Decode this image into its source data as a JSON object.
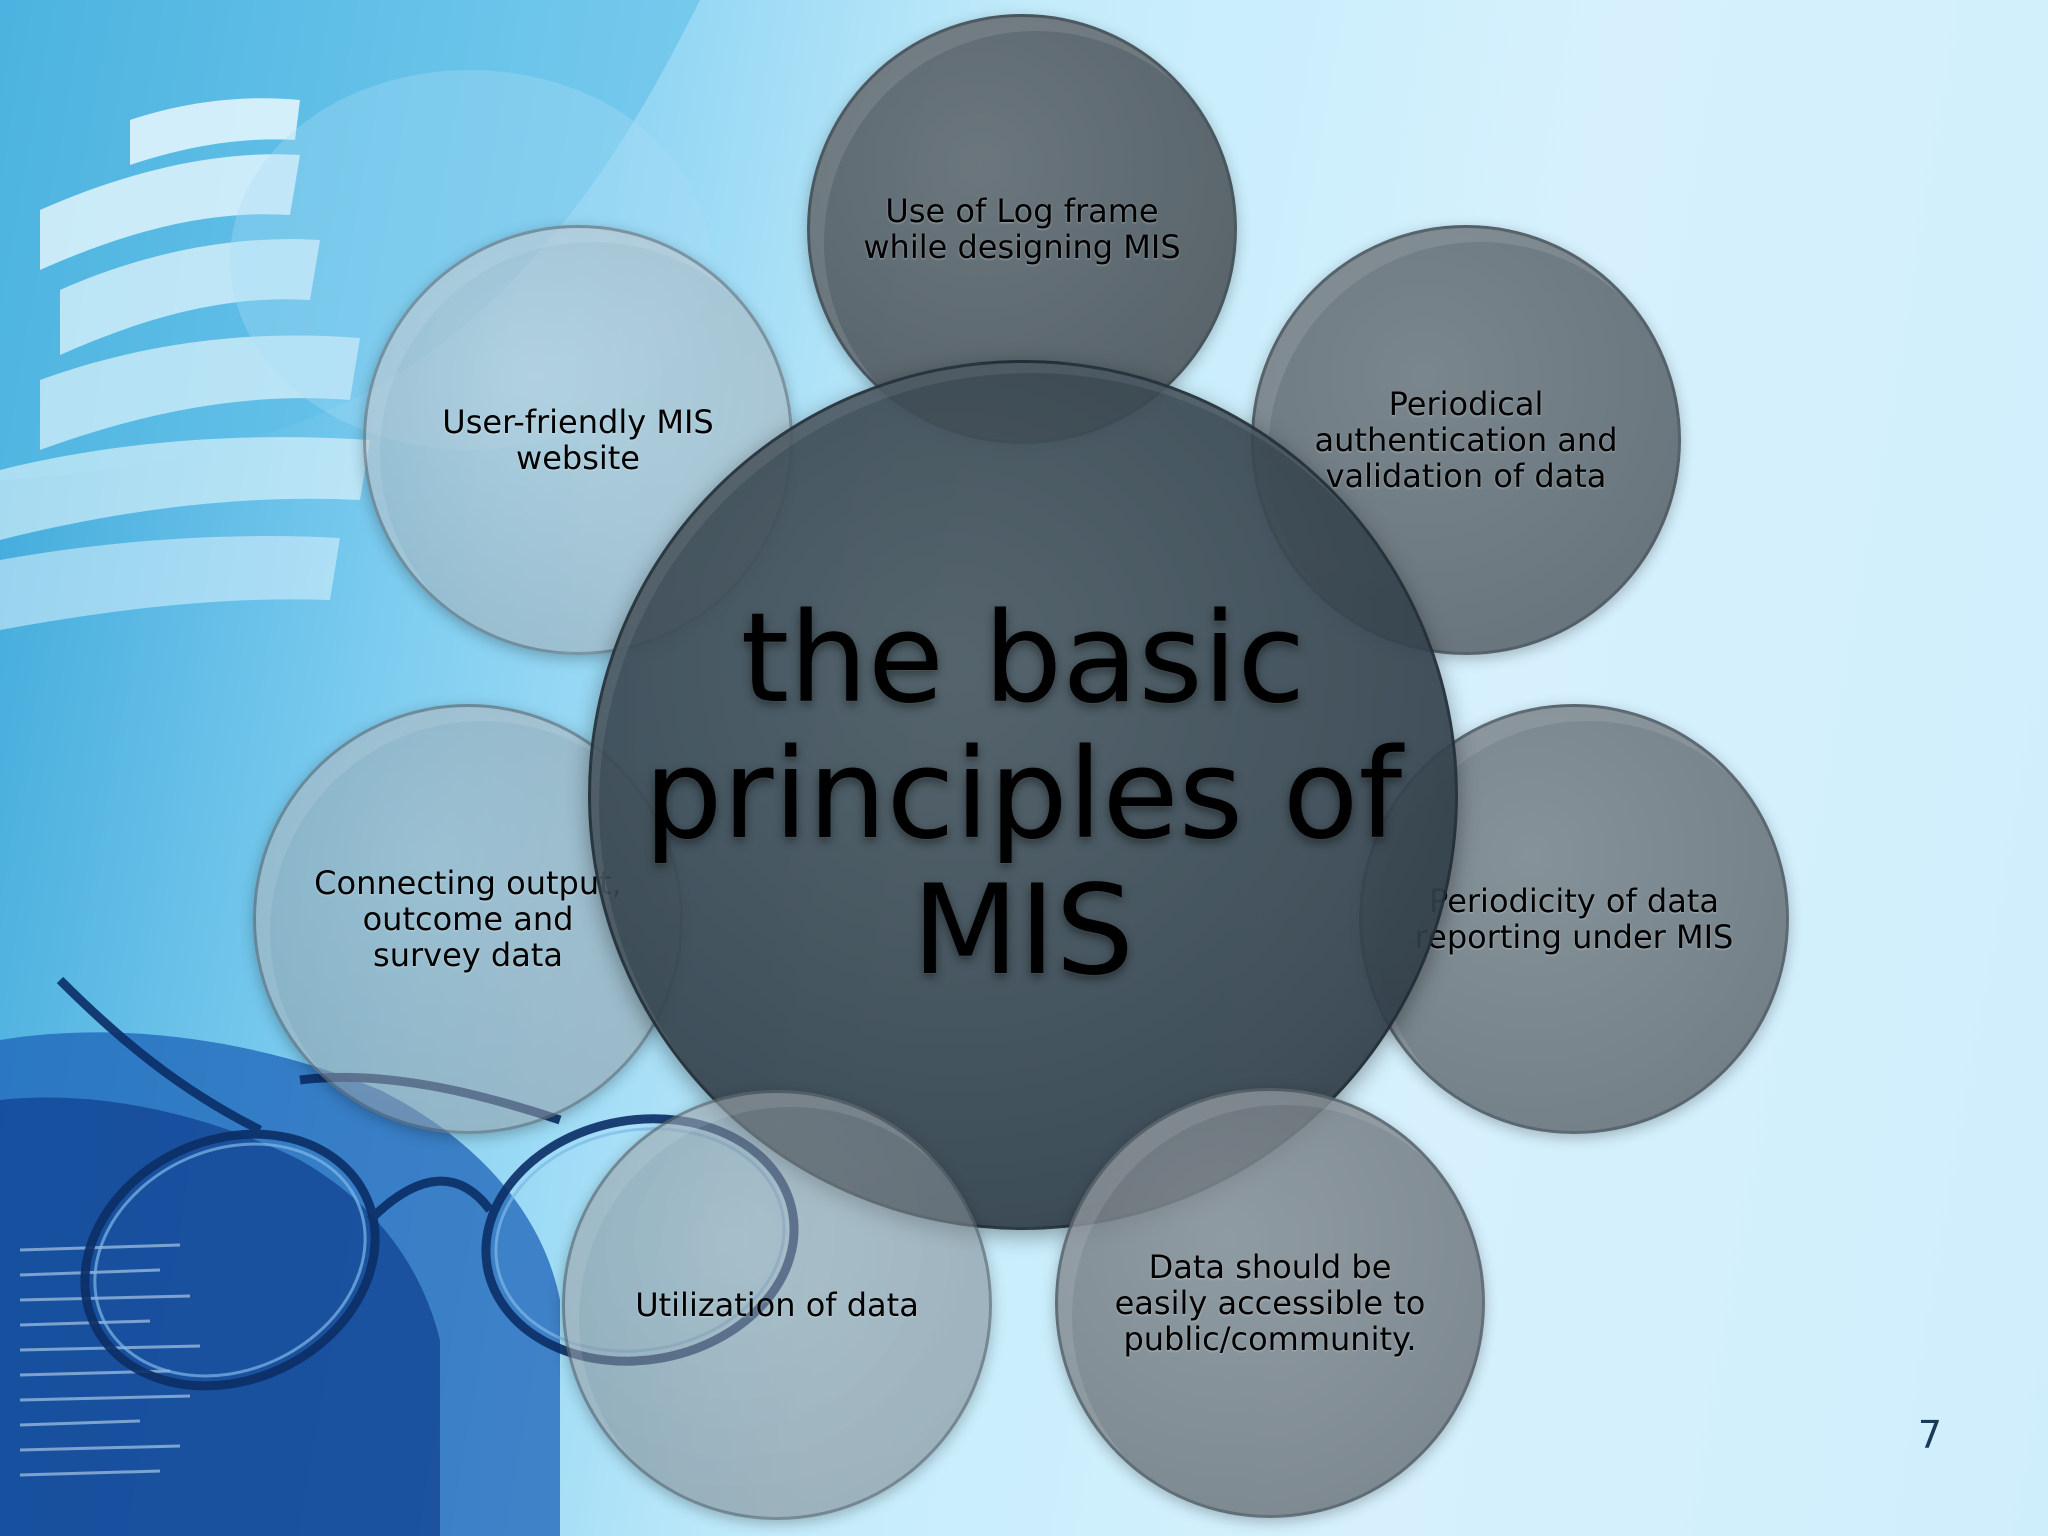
{
  "slide": {
    "title": "the basic principles of MIS",
    "page_number": "7"
  },
  "principles": [
    {
      "label": "Use of Log frame while designing MIS"
    },
    {
      "label": "Periodical authentication and validation of data"
    },
    {
      "label": "Periodicity of data reporting under MIS"
    },
    {
      "label": "Data should be easily accessible to public/community."
    },
    {
      "label": "Utilization of data"
    },
    {
      "label": "Connecting output, outcome and survey data"
    },
    {
      "label": "User-friendly MIS website"
    }
  ],
  "colors": {
    "circle_dark": "#4c565d",
    "background_light": "#d6f1fd",
    "background_blue": "#39a6d8",
    "page_number": "#1b3a5a"
  }
}
